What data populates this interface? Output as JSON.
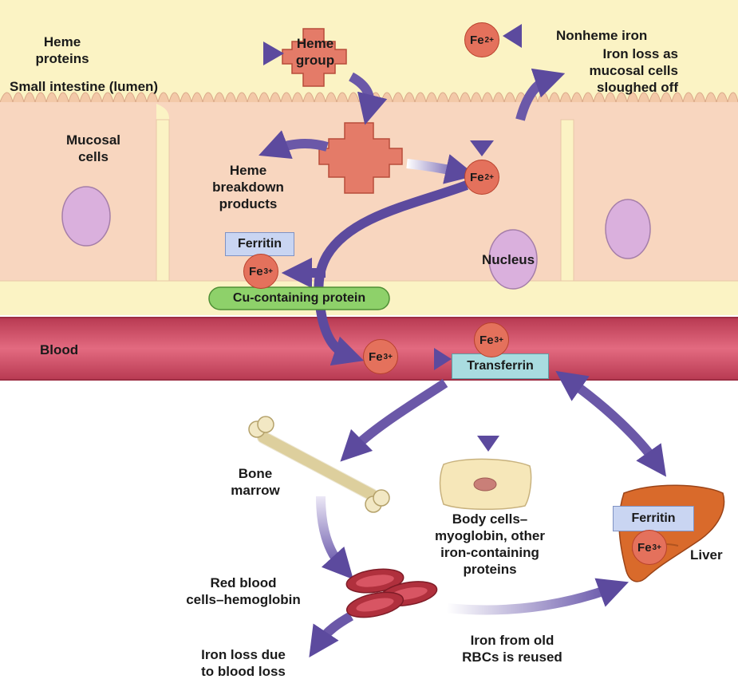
{
  "labels": {
    "heme_proteins": [
      "Heme",
      "proteins"
    ],
    "heme_group": [
      "Heme",
      "group"
    ],
    "small_intestine": "Small intestine (lumen)",
    "nonheme_iron": "Nonheme iron",
    "iron_loss_mucosal": [
      "Iron loss as",
      "mucosal cells",
      "sloughed off"
    ],
    "mucosal_cells": [
      "Mucosal",
      "cells"
    ],
    "heme_breakdown": [
      "Heme",
      "breakdown",
      "products"
    ],
    "ferritin_intestine": "Ferritin",
    "nucleus": "Nucleus",
    "cu_protein": "Cu-containing protein",
    "blood": "Blood",
    "transferrin": "Transferrin",
    "bone_marrow": [
      "Bone",
      "marrow"
    ],
    "body_cells": [
      "Body cells–",
      "myoglobin, other",
      "iron-containing",
      "proteins"
    ],
    "ferritin_liver": "Ferritin",
    "liver": "Liver",
    "red_blood_cells": [
      "Red blood",
      "cells–hemoglobin"
    ],
    "iron_loss_blood": [
      "Iron loss due",
      "to blood loss"
    ],
    "iron_reused": [
      "Iron from old",
      "RBCs is reused"
    ]
  },
  "ions": {
    "fe2_lumen": {
      "symbol": "Fe",
      "charge": "2+"
    },
    "fe2_cell": {
      "symbol": "Fe",
      "charge": "2+"
    },
    "fe3_ferritin": {
      "symbol": "Fe",
      "charge": "3+"
    },
    "fe3_blood": {
      "symbol": "Fe",
      "charge": "3+"
    },
    "fe3_transferrin": {
      "symbol": "Fe",
      "charge": "3+"
    },
    "fe3_liver": {
      "symbol": "Fe",
      "charge": "3+"
    }
  },
  "colors": {
    "lumen": "#fbf3c4",
    "cell": "#f8d6bf",
    "blood": "#d24a62",
    "ion": "#e4715c",
    "arrow": "#6b58a8",
    "heme_cross": "#e47b68",
    "label_box": "#c9d5f2",
    "transferrin_box": "#a9dce0",
    "cu_protein": "#8ed16a",
    "nucleus": "#dab0dd",
    "liver": "#d96a2b"
  }
}
